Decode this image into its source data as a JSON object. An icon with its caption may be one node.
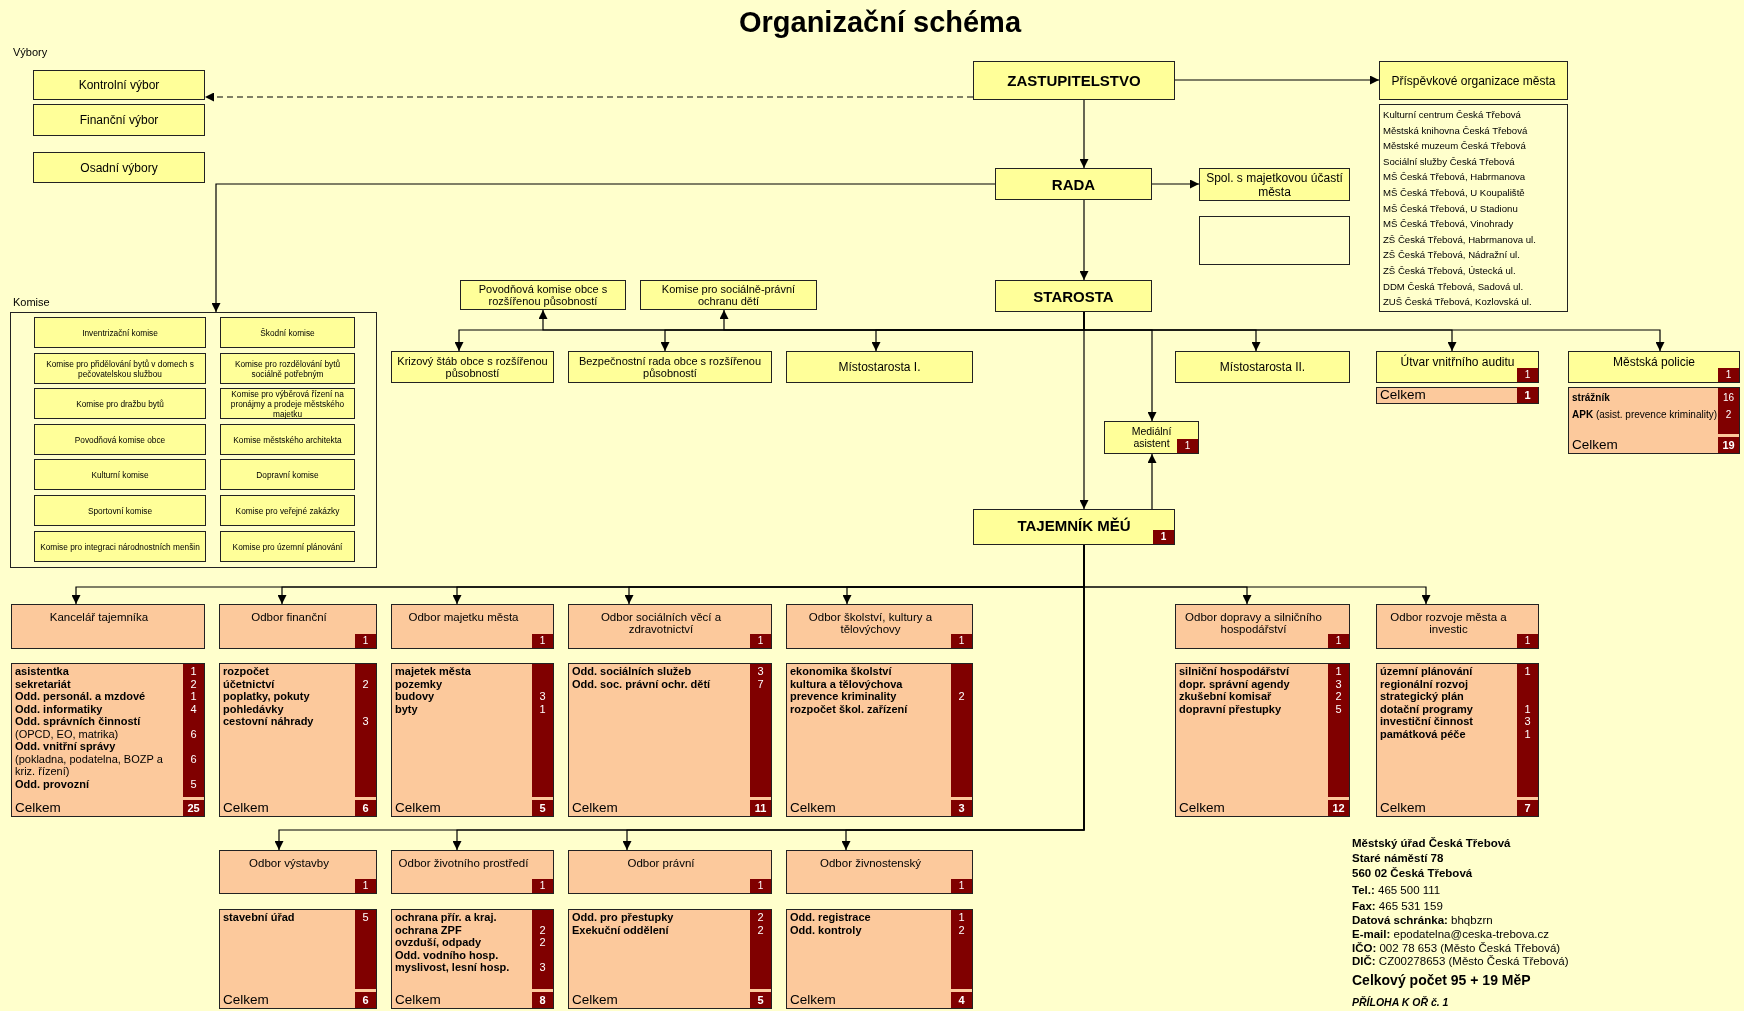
{
  "diagram": {
    "title": "Organizační schéma",
    "nodes": [
      {
        "text": [
          "Kontrolní výbor"
        ]
      },
      {
        "text": [
          "Finanční výbor"
        ]
      },
      {
        "text": [
          "Osadní výbory"
        ]
      },
      {
        "text": [
          "ZASTUPITELSTVO"
        ]
      },
      {
        "text": [
          "Příspěvkové organizace města"
        ]
      },
      {
        "text": [
          "Kulturní centrum Česká Třebová",
          "Městská knihovna Česká Třebová",
          "Městské muzeum Česká Třebová",
          "Sociální služby Česká Třebová",
          "MŠ Česká Třebová, Habrmanova",
          "MŠ Česká Třebová, U Koupaliště",
          "MŠ Česká Třebová, U Stadionu",
          "MŠ Česká Třebová, Vinohrady",
          "ZŠ Česká Třebová, Habrmanova ul.",
          "ZŠ Česká Třebová, Nádražní ul.",
          "ZŠ Česká Třebová, Ústecká ul.",
          "DDM Česká Třebová, Sadová ul.",
          "ZUŠ Česká Třebová, Kozlovská ul."
        ]
      },
      {
        "text": [
          "RADA"
        ]
      },
      {
        "text": [
          "Spol. s majetkovou účastí města"
        ]
      },
      {
        "text": [],
        "shape": "box"
      },
      {
        "text": [
          "Komise"
        ]
      },
      {
        "text": [
          "Inventrizační komise"
        ],
        "in": 9
      },
      {
        "text": [
          "Škodní komise"
        ],
        "in": 9
      },
      {
        "text": [
          "Komise pro přidělování bytů v domech s pečovatelskou službou"
        ],
        "in": 9
      },
      {
        "text": [
          "Komise pro rozdělování bytů sociálně potřebným"
        ],
        "in": 9
      },
      {
        "text": [
          "Komise pro dražbu bytů"
        ],
        "in": 9
      },
      {
        "text": [
          "Komise pro výběrová řízení na pronájmy a prodeje městského majetku"
        ],
        "in": 9
      },
      {
        "text": [
          "Povodňová komise obce"
        ],
        "in": 9
      },
      {
        "text": [
          "Komise městského architekta"
        ],
        "in": 9
      },
      {
        "text": [
          "Kulturní komise"
        ],
        "in": 9
      },
      {
        "text": [
          "Dopravní komise"
        ],
        "in": 9
      },
      {
        "text": [
          "Sportovní komise"
        ],
        "in": 9
      },
      {
        "text": [
          "Komise pro veřejné zakázky"
        ],
        "in": 9
      },
      {
        "text": [
          "Komise pro integraci národnostních menšin"
        ],
        "in": 9
      },
      {
        "text": [
          "Komise pro územní plánování"
        ],
        "in": 9
      },
      {
        "text": [
          "STAROSTA"
        ]
      },
      {
        "text": [
          "Povodňová komise obce s rozšířenou působností"
        ]
      },
      {
        "text": [
          "Komise pro sociálně-právní ochranu dětí"
        ]
      },
      {
        "text": [
          "Krizový štáb obce s rozšířenou působností"
        ]
      },
      {
        "text": [
          "Bezpečnostní rada obce s rozšířenou působností"
        ]
      },
      {
        "text": [
          "Místostarosta I."
        ]
      },
      {
        "text": [
          "Místostarosta II."
        ]
      },
      {
        "text": [
          "Útvar vnitřního auditu",
          "1"
        ]
      },
      {
        "text": [
          "Celkem",
          "1"
        ]
      },
      {
        "text": [
          "Městská policie",
          "1"
        ]
      },
      {
        "text": [
          "strážník",
          "16",
          "**APK** (asist. prevence kriminality)",
          "2",
          "Celkem",
          "19"
        ]
      },
      {
        "text": [
          "Mediální asistent",
          "1"
        ]
      },
      {
        "text": [
          "TAJEMNÍK MĚÚ",
          "1"
        ]
      },
      {
        "text": [
          "Kancelář tajemníka"
        ]
      },
      {
        "text": [
          "asistentka",
          "1",
          "sekretariát",
          "2",
          "Odd. personál. a mzdové",
          "1",
          "Odd. informatiky",
          "4",
          "Odd. správních činností",
          "(OPCD, EO, matrika)",
          "6",
          "Odd. vnitřní správy",
          "(pokladna, podatelna, BOZP a kriz. řízení)",
          "6",
          "Odd. provozní",
          "5",
          "Celkem",
          "25"
        ]
      },
      {
        "text": [
          "Odbor finanční",
          "1"
        ]
      },
      {
        "text": [
          "rozpočet",
          "účetnictví",
          "2",
          "poplatky, pokuty",
          "pohledávky",
          "cestovní náhrady",
          "3",
          "Celkem",
          "6"
        ]
      },
      {
        "text": [
          "Odbor majetku města",
          "1"
        ]
      },
      {
        "text": [
          "majetek města",
          "pozemky",
          "budovy",
          "3",
          "byty",
          "1",
          "Celkem",
          "5"
        ]
      },
      {
        "text": [
          "Odbor sociálních věcí a zdravotnictví",
          "1"
        ]
      },
      {
        "text": [
          "Odd. sociálních služeb",
          "3",
          "Odd. soc. právní ochr. dětí",
          "7",
          "Celkem",
          "11"
        ]
      },
      {
        "text": [
          "Odbor školství, kultury a tělovýchovy",
          "1"
        ]
      },
      {
        "text": [
          "ekonomika školství",
          "kultura a tělovýchova",
          "prevence kriminality",
          "2",
          "rozpočet škol. zařízení",
          "Celkem",
          "3"
        ]
      },
      {
        "text": [
          "Odbor dopravy a silničního hospodářství",
          "1"
        ]
      },
      {
        "text": [
          "silniční hospodářství",
          "1",
          "dopr. správní agendy",
          "3",
          "zkušební komisař",
          "2",
          "dopravní přestupky",
          "5",
          "Celkem",
          "12"
        ]
      },
      {
        "text": [
          "Odbor rozvoje města a investic",
          "1"
        ]
      },
      {
        "text": [
          "územní plánování",
          "1",
          "regionální rozvoj",
          "strategický plán",
          "dotační programy",
          "1",
          "investiční činnost",
          "3",
          "památková péče",
          "1",
          "Celkem",
          "7"
        ]
      },
      {
        "text": [
          "Odbor výstavby",
          "1"
        ]
      },
      {
        "text": [
          "stavební úřad",
          "5",
          "Celkem",
          "6"
        ]
      },
      {
        "text": [
          "Odbor životního prostředí",
          "1"
        ]
      },
      {
        "text": [
          "ochrana přír. a kraj.",
          "ochrana ZPF",
          "2",
          "ovzduší, odpady",
          "2",
          "Odd. vodního hosp.",
          "myslivost, lesní hosp.",
          "3",
          "Celkem",
          "8"
        ]
      },
      {
        "text": [
          "Odbor právní",
          "1"
        ]
      },
      {
        "text": [
          "Odd. pro přestupky",
          "2",
          "Exekuční oddělení",
          "2",
          "Celkem",
          "5"
        ]
      },
      {
        "text": [
          "Odbor živnostenský",
          "1"
        ]
      },
      {
        "text": [
          "Odd. registrace",
          "1",
          "Odd. kontroly",
          "2",
          "Celkem",
          "4"
        ]
      }
    ],
    "edges": [
      {
        "from": 3,
        "to": 0,
        "arrow": "to",
        "style": "dashed"
      },
      {
        "from": 3,
        "to": 4,
        "arrow": "to"
      },
      {
        "from": 3,
        "to": 6,
        "arrow": "to"
      },
      {
        "from": 6,
        "to": 7,
        "arrow": "to"
      },
      {
        "from": 6,
        "to": 9,
        "arrow": "to"
      },
      {
        "from": 6,
        "to": 24,
        "arrow": "to"
      },
      {
        "from": 24,
        "to": 27,
        "arrow": "to"
      },
      {
        "from": 24,
        "to": 25,
        "arrow": "to"
      },
      {
        "from": 24,
        "to": 28,
        "arrow": "to"
      },
      {
        "from": 24,
        "to": 26,
        "arrow": "to"
      },
      {
        "from": 24,
        "to": 29,
        "arrow": "to"
      },
      {
        "from": 24,
        "to": 30,
        "arrow": "to"
      },
      {
        "from": 24,
        "to": 31,
        "arrow": "to"
      },
      {
        "from": 24,
        "to": 33,
        "arrow": "to"
      },
      {
        "from": 24,
        "to": 35,
        "arrow": "to"
      },
      {
        "from": 24,
        "to": 36,
        "arrow": "to"
      },
      {
        "from": 36,
        "to": 35,
        "arrow": "to"
      },
      {
        "from": 36,
        "to": 37,
        "arrow": "to"
      },
      {
        "from": 36,
        "to": 39,
        "arrow": "to"
      },
      {
        "from": 36,
        "to": 41,
        "arrow": "to"
      },
      {
        "from": 36,
        "to": 43,
        "arrow": "to"
      },
      {
        "from": 36,
        "to": 45,
        "arrow": "to"
      },
      {
        "from": 36,
        "to": 47,
        "arrow": "to"
      },
      {
        "from": 36,
        "to": 49,
        "arrow": "to"
      },
      {
        "from": 36,
        "to": 51,
        "arrow": "to"
      },
      {
        "from": 36,
        "to": 53,
        "arrow": "to"
      },
      {
        "from": 36,
        "to": 55,
        "arrow": "to"
      },
      {
        "from": 36,
        "to": 57,
        "arrow": "to"
      }
    ],
    "labels": [
      "Výbory",
      "Městský úřad Česká Třebová",
      "Staré náměstí 78",
      "560 02 Česká Třebová",
      "**Tel.:** 465 500 111",
      "**Fax:** 465 531 159",
      "**Datová schránka:** bhqbzrn",
      "**E-mail:** epodatelna@ceska-trebova.cz",
      "**IČO:** 002 78 653 (Město Česká Třebová)",
      "**DIČ:** CZ00278653 (Město Česká Třebová)",
      "Celkový počet 95 + 19 MěP",
      "PŘÍLOHA K OŘ č. 1"
    ]
  }
}
